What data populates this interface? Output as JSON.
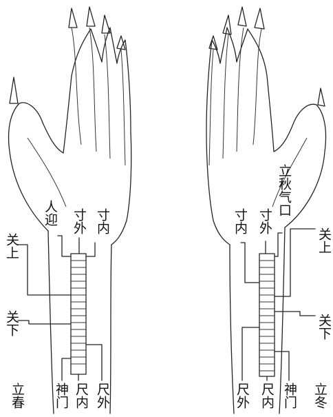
{
  "left_hand": {
    "labels": {
      "renying": "人迎",
      "cun_wai": "寸外",
      "cun_nei": "寸内",
      "guan_shang": "关上",
      "guan_xia": "关下",
      "li_chun": "立春",
      "shen_men": "神门",
      "chi_nei": "尺内",
      "chi_wai": "尺外"
    }
  },
  "right_hand": {
    "labels": {
      "liqiu_qikou": "立秋气口",
      "cun_nei": "寸内",
      "cun_wai": "寸外",
      "guan_shang": "关上",
      "guan_xia": "关下",
      "chi_wai": "尺外",
      "chi_nei": "尺内",
      "shen_men": "神门",
      "li_dong": "立冬"
    }
  },
  "colors": {
    "ink": "#222222",
    "background": "#ffffff"
  }
}
